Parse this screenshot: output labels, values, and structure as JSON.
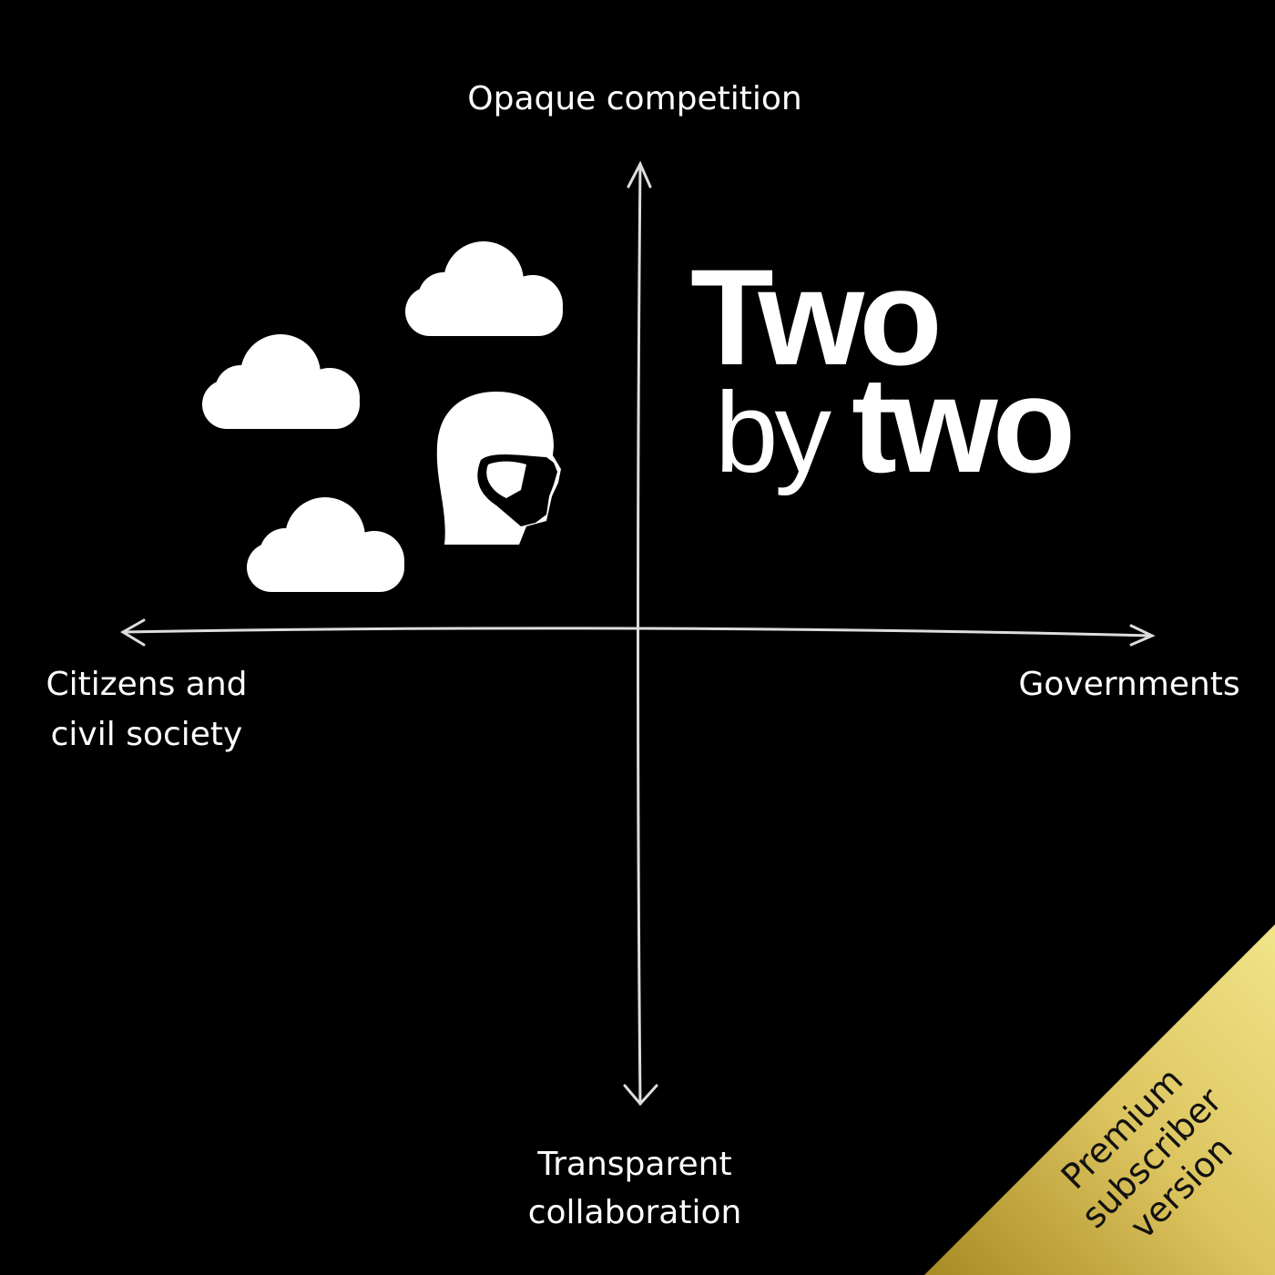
{
  "axes": {
    "top": "Opaque competition",
    "bottom_line1": "Transparent",
    "bottom_line2": "collaboration",
    "left_line1": "Citizens and",
    "left_line2": "civil society",
    "right": "Governments"
  },
  "logo": {
    "word1": "Two",
    "word2": "by",
    "word3": "two"
  },
  "badge": {
    "line1": "Premium",
    "line2": "subscriber",
    "line3": "version",
    "color": "#d9c25a"
  },
  "icons": [
    "cloud-icon",
    "cloud-icon",
    "cloud-icon",
    "masked-head-icon"
  ]
}
